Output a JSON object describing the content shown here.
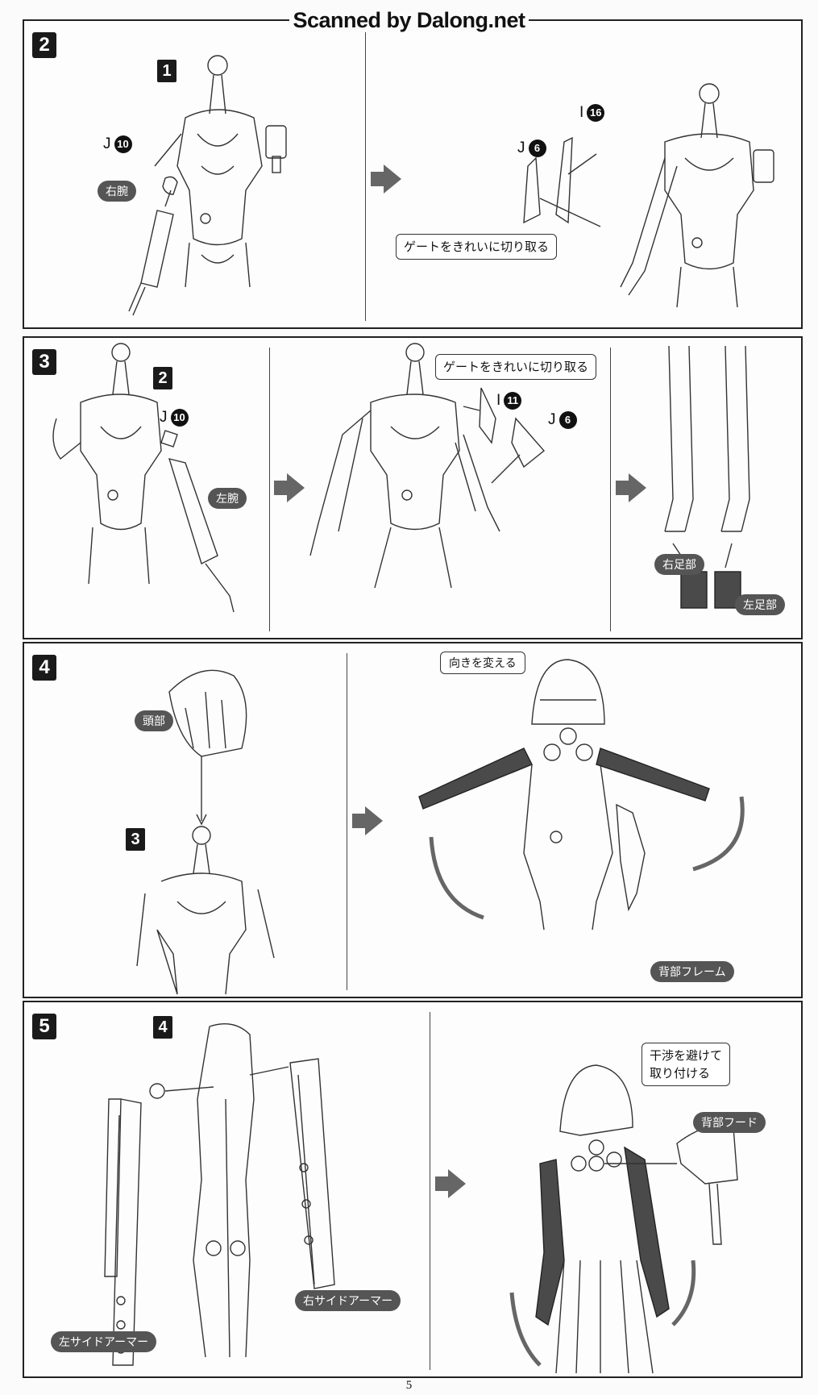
{
  "watermark": "Scanned by Dalong.net",
  "page_number": "5",
  "steps": [
    {
      "number": "2",
      "base_ref": "1",
      "labels": {
        "arm": "右腕",
        "gate": "ゲートをきれいに切り取る"
      },
      "parts": [
        {
          "runner": "J",
          "num": "10"
        },
        {
          "runner": "J",
          "num": "6"
        },
        {
          "runner": "I",
          "num": "16"
        }
      ]
    },
    {
      "number": "3",
      "base_ref": "2",
      "labels": {
        "arm": "左腕",
        "gate": "ゲートをきれいに切り取る",
        "right_foot": "右足部",
        "left_foot": "左足部"
      },
      "parts": [
        {
          "runner": "J",
          "num": "10"
        },
        {
          "runner": "I",
          "num": "11"
        },
        {
          "runner": "J",
          "num": "6"
        }
      ]
    },
    {
      "number": "4",
      "base_ref": "3",
      "labels": {
        "head": "頭部",
        "rotate": "向きを変える",
        "back_frame": "背部フレーム"
      }
    },
    {
      "number": "5",
      "base_ref": "4",
      "labels": {
        "left_side_armor": "左サイドアーマー",
        "right_side_armor": "右サイドアーマー",
        "avoid_line1": "干渉を避けて",
        "avoid_line2": "取り付ける",
        "back_hood": "背部フード"
      }
    }
  ]
}
